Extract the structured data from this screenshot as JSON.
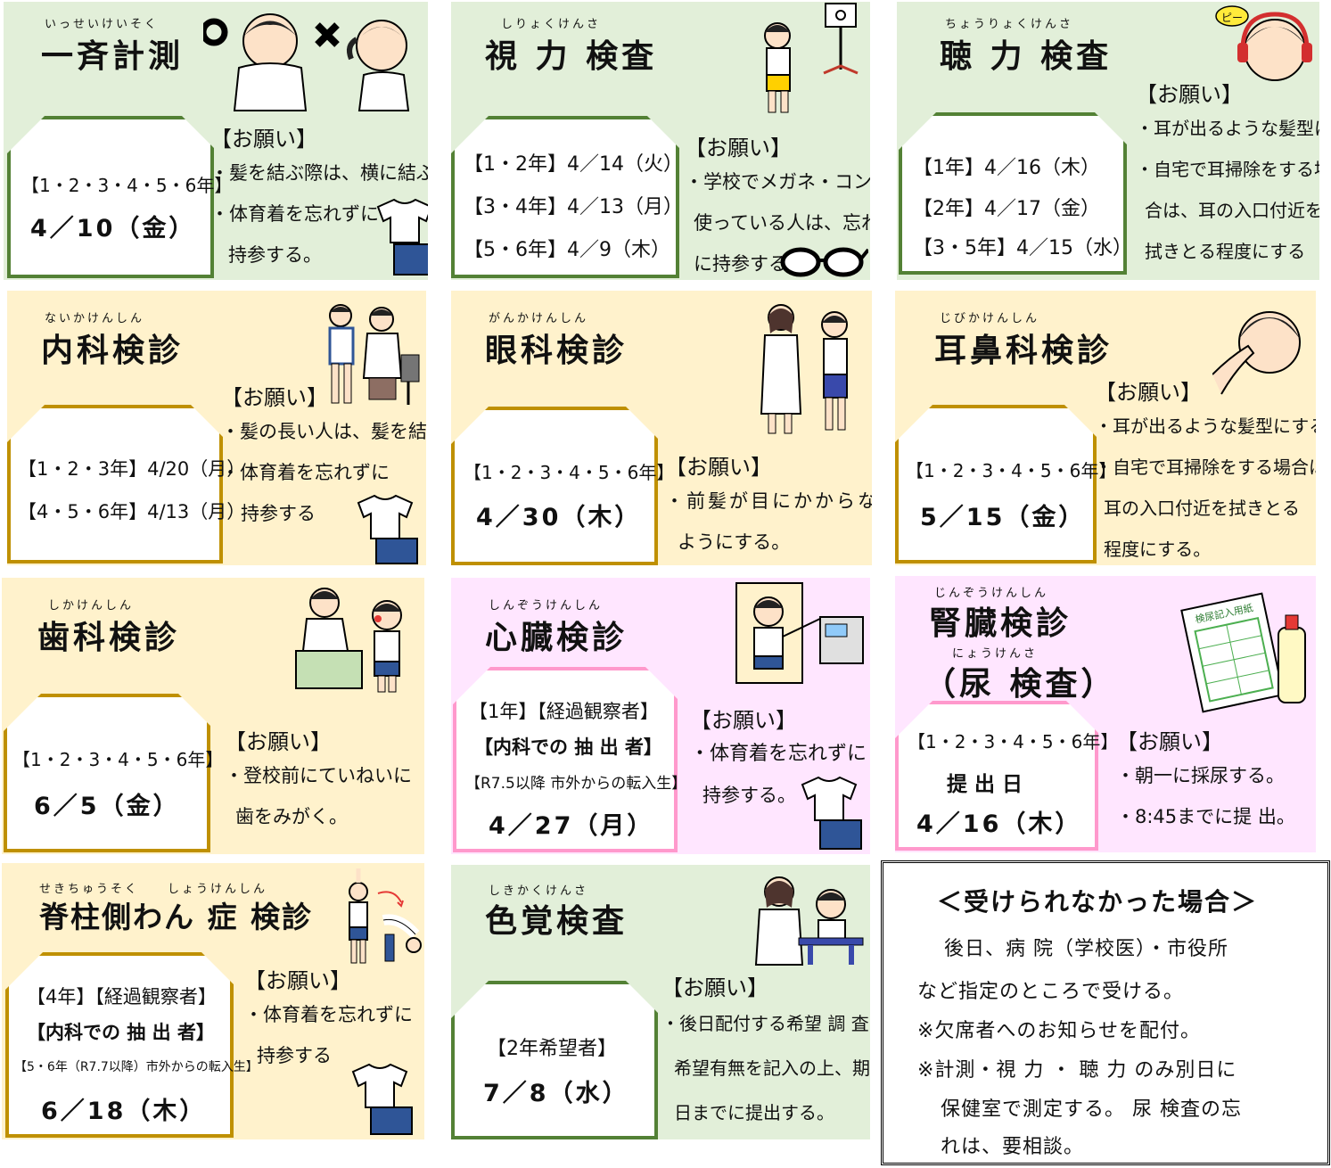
{
  "request_heading": "【お願い】",
  "cards": {
    "issei": {
      "furigana": "いっせいけいそく",
      "title": "一斉計測",
      "dates": [
        "【1・2・3・4・5・6年】",
        "4／10（金）"
      ],
      "requests": [
        "・髪を結ぶ際は、横に結ぶ。",
        "・体育着を忘れずに",
        "持参する。"
      ]
    },
    "shiryoku": {
      "furigana": "しりょくけんさ",
      "title": "視 力 検査",
      "dates": [
        "【1・2年】4／14（火）",
        "【3・4年】4／13（月）",
        "【5・6年】4／9（木）"
      ],
      "requests": [
        "・学校でメガネ・コンタクトを",
        "使っている人は、忘れず",
        "に持参する。"
      ]
    },
    "choryoku": {
      "furigana": "ちょうりょくけんさ",
      "title": "聴 力 検査",
      "badge": "ピー",
      "dates": [
        "【1年】4／16（木）",
        "【2年】4／17（金）",
        "【3・5年】4／15（水）"
      ],
      "requests": [
        "・耳が出るような髪型にする。",
        "・自宅で耳掃除をする場",
        "合は、耳の入口付近を",
        "拭きとる程度にする"
      ]
    },
    "naika": {
      "furigana": "ないかけんしん",
      "title": "内科検診",
      "dates": [
        "【1・2・3年】4/20（月）",
        "【4・5・6年】4/13（月）"
      ],
      "requests": [
        "・髪の長い人は、髪を結ぶ。",
        "・体育着を忘れずに",
        "持参する"
      ]
    },
    "ganka": {
      "furigana": "がんかけんしん",
      "title": "眼科検診",
      "dates": [
        "【1・2・3・4・5・6年】",
        "4／30（木）"
      ],
      "requests": [
        "・前髪が目にかからない",
        "ようにする。"
      ]
    },
    "jibika": {
      "furigana": "じびかけんしん",
      "title": "耳鼻科検診",
      "dates": [
        "【1・2・3・4・5・6年】",
        "5／15（金）"
      ],
      "requests": [
        "・耳が出るような髪型にする。",
        "・自宅で耳掃除をする場合は、",
        "耳の入口付近を拭きとる",
        "程度にする。"
      ]
    },
    "shika": {
      "furigana": "しかけんしん",
      "title": "歯科検診",
      "dates": [
        "【1・2・3・4・5・6年】",
        "6／5（金）"
      ],
      "requests": [
        "・登校前にていねいに",
        "歯をみがく。"
      ]
    },
    "shinzo": {
      "furigana": "しんぞうけんしん",
      "title": "心臓検診",
      "dates": [
        "【1年】【経過観察者】",
        "【内科での 抽 出 者】",
        "【R7.5以降 市外からの転入生】",
        "4／27（月）"
      ],
      "requests": [
        "・体育着を忘れずに",
        "持参する。"
      ]
    },
    "jinzo": {
      "furigana": "じんぞうけんしん",
      "title": "腎臓検診",
      "subtitle_furigana": "にょうけんさ",
      "subtitle": "（尿 検査）",
      "form_label": "検尿記入用紙",
      "dates": [
        "【1・2・3・4・5・6年】",
        "提 出 日",
        "4／16（木）"
      ],
      "requests": [
        "・朝一に採尿する。",
        "・8:45までに提 出。"
      ]
    },
    "sekichu": {
      "furigana": "せきちゅうそく　　しょうけんしん",
      "title": "脊柱側わん 症 検診",
      "dates": [
        "【4年】【経過観察者】",
        "【内科での 抽 出 者】",
        "【5・6年（R7.7以降）市外からの転入生】",
        "6／18（木）"
      ],
      "requests": [
        "・体育着を忘れずに",
        "持参する"
      ]
    },
    "shikikaku": {
      "furigana": "しきかくけんさ",
      "title": "色覚検査",
      "dates": [
        "【2年希望者】",
        "7／8（水）"
      ],
      "requests": [
        "・後日配付する希望 調 査に",
        "希望有無を記入の上、期",
        "日までに提出する。"
      ]
    }
  },
  "note": {
    "title": "＜受けられなかった場合＞",
    "lines": [
      "後日、病 院（学校医）・市役所",
      "など指定のところで受ける。",
      "※欠席者へのお知らせを配付。",
      "※計測・視 力 ・ 聴 力 のみ別日に",
      "保健室で測定する。 尿 検査の忘",
      "れは、要相談。"
    ]
  },
  "colors": {
    "green": "#e2efd9",
    "yellow": "#fff2cc",
    "pink": "#ffe6ff",
    "green_border": "#538135",
    "yellow_border": "#bf9000",
    "pink_border": "#ff99cc"
  }
}
